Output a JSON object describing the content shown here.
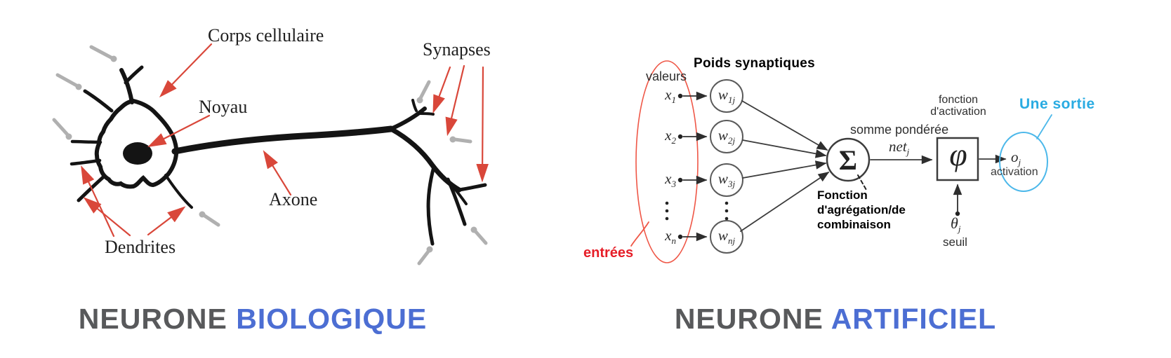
{
  "colors": {
    "label_arrow_red": "#d9473a",
    "input_ellipse_red": "#ef5747",
    "entrees_red": "#e61e28",
    "sortie_blue": "#29abe2",
    "caption_gray": "#58595b",
    "caption_blue": "#4c6ed3",
    "diagram_line": "#3c3c3c",
    "synapse_gray": "#b0b0b0"
  },
  "biological": {
    "labels": {
      "corps": "Corps cellulaire",
      "noyau": "Noyau",
      "synapses": "Synapses",
      "axone": "Axone",
      "dendrites": "Dendrites"
    },
    "caption": {
      "word1": "NEURONE ",
      "word2": "BIOLOGIQUE"
    }
  },
  "artificial": {
    "poids": "Poids synaptiques",
    "valeurs": "valeurs",
    "entrees": "entrées",
    "inputs": [
      {
        "base": "x",
        "sub": "1"
      },
      {
        "base": "x",
        "sub": "2"
      },
      {
        "base": "x",
        "sub": "3"
      },
      {
        "base": "x",
        "sub": "n"
      }
    ],
    "weights": [
      {
        "base": "w",
        "sub": "1j"
      },
      {
        "base": "w",
        "sub": "2j"
      },
      {
        "base": "w",
        "sub": "3j"
      },
      {
        "base": "w",
        "sub": "nj"
      }
    ],
    "sum_symbol": "Σ",
    "somme": "somme pondérée",
    "net": {
      "base": "net",
      "sub": "j"
    },
    "agregation_lines": [
      "Fonction",
      "d'agrégation/de",
      "combinaison"
    ],
    "activation_fn_lines": [
      "fonction",
      "d'activation"
    ],
    "phi": "φ",
    "une_sortie": "Une sortie",
    "output": {
      "base": "o",
      "sub": "j"
    },
    "activation": "activation",
    "theta": {
      "base": "θ",
      "sub": "j"
    },
    "seuil": "seuil",
    "caption": {
      "word1": "NEURONE ",
      "word2": "ARTIFICIEL"
    }
  }
}
